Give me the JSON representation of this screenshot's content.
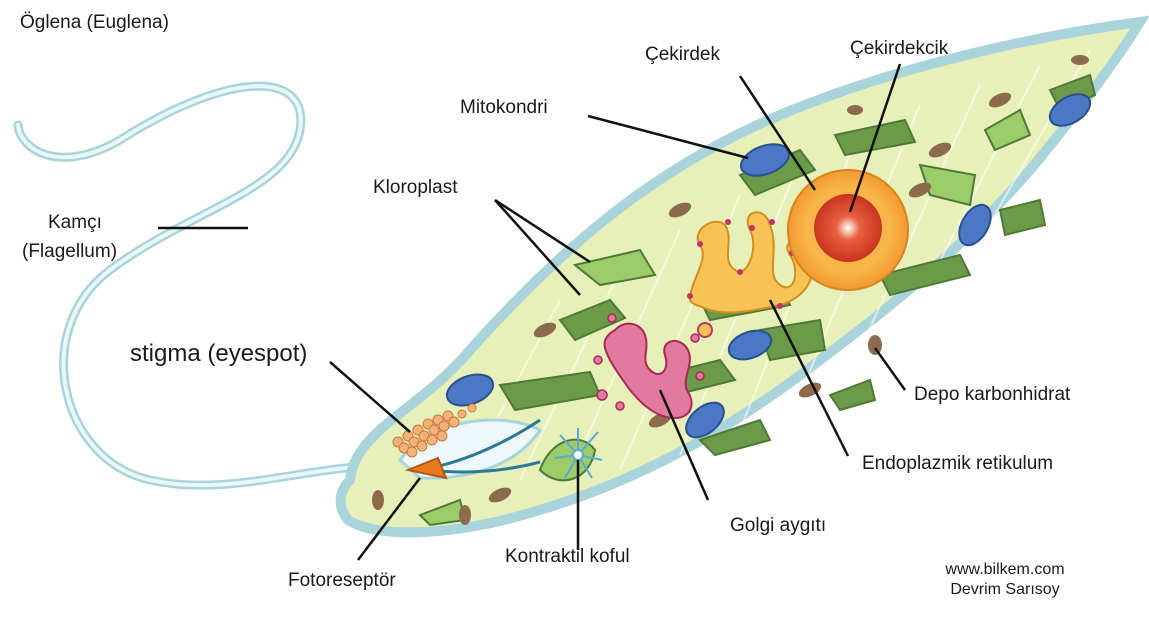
{
  "title": "Öglena (Euglena)",
  "labels": {
    "flagellum_line1": "Kamçı",
    "flagellum_line2": "(Flagellum)",
    "stigma": "stigma (eyespot)",
    "photoreceptor": "Fotoreseptör",
    "contractile_vacuole": "Kontraktil koful",
    "golgi": "Golgi aygıtı",
    "er": "Endoplazmik retikulum",
    "storage": "Depo karbonhidrat",
    "nucleus": "Çekirdek",
    "nucleolus": "Çekirdekcik",
    "mitochondria": "Mitokondri",
    "chloroplast": "Kloroplast"
  },
  "credit": {
    "site": "www.bilkem.com",
    "author": "Devrim Sarısoy"
  },
  "colors": {
    "cell_fill": "#e6f0b8",
    "cell_outline": "#a9d4dc",
    "chloroplast_dark": "#6b9a48",
    "chloroplast_light": "#9ccc6a",
    "mitochondria": "#4a78c4",
    "nucleus_outer": "#f4a43c",
    "nucleolus": "#d4402a",
    "golgi": "#c0336a",
    "er": "#f0b43c",
    "storage": "#8b6a4e",
    "photoreceptor": "#e87a1e"
  }
}
